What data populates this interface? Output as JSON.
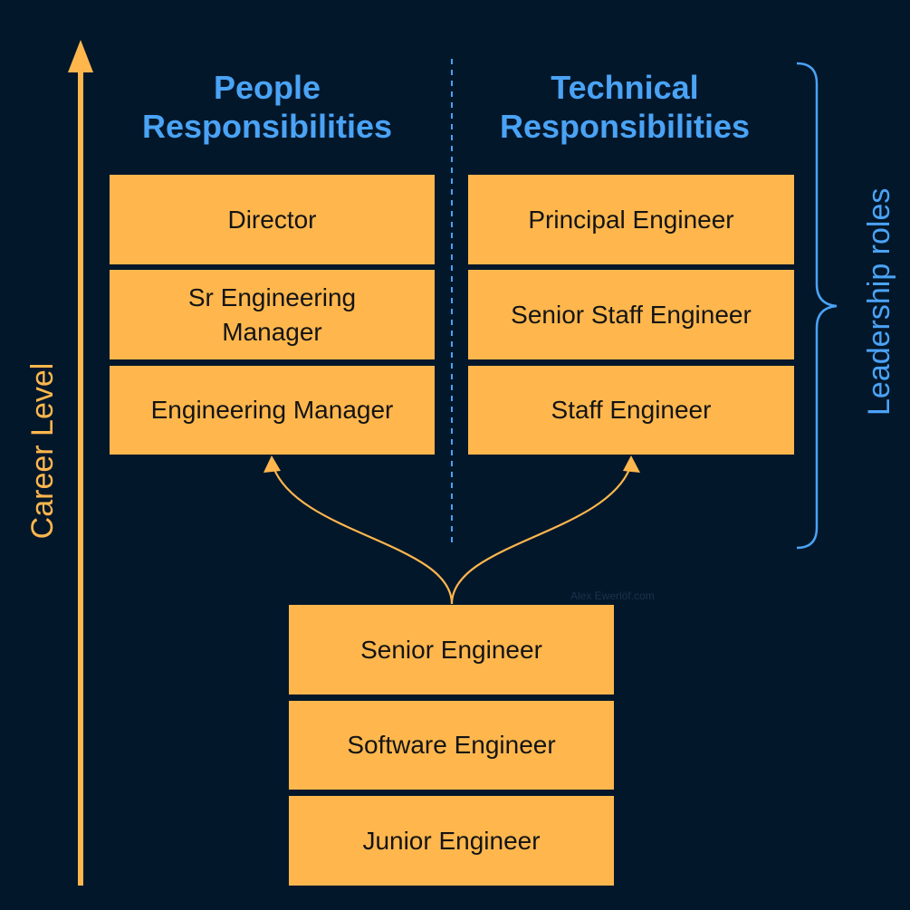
{
  "colors": {
    "background": "#03172b",
    "box_fill": "#ffb74d",
    "box_text": "#141414",
    "header_blue": "#4aa3f5",
    "career_orange": "#ffb74d"
  },
  "axis": {
    "label": "Career Level"
  },
  "bracket": {
    "label": "Leadership roles"
  },
  "headers": {
    "people": "People\nResponsibilities",
    "technical": "Technical\nResponsibilities"
  },
  "people_track": [
    "Director",
    "Sr Engineering Manager",
    "Engineering Manager"
  ],
  "technical_track": [
    "Principal Engineer",
    "Senior Staff Engineer",
    "Staff Engineer"
  ],
  "ic_track": [
    "Senior Engineer",
    "Software Engineer",
    "Junior Engineer"
  ],
  "watermark": "Alex Ewerlöf.com",
  "icons": {
    "career_arrow": "arrow-up-icon",
    "branch_arrows": "curved-arrow-icon",
    "brace": "right-curly-brace-icon"
  }
}
